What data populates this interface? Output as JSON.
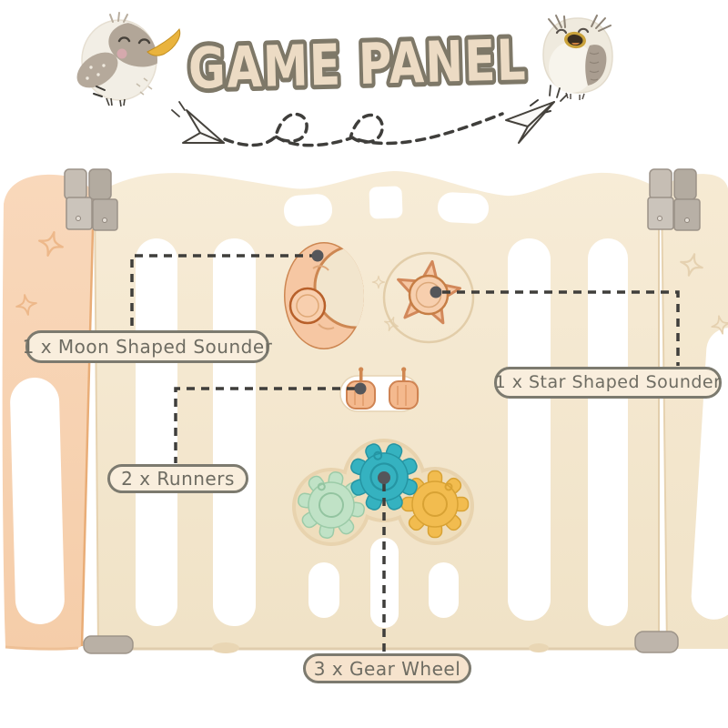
{
  "header": {
    "title": "GAME PANEL"
  },
  "callouts": [
    {
      "id": "moon",
      "label": "1 x Moon Shaped Sounder"
    },
    {
      "id": "star",
      "label": "1 x Star Shaped Sounder"
    },
    {
      "id": "runners",
      "label": "2 x Runners"
    },
    {
      "id": "gear",
      "label": "3 x Gear Wheel"
    }
  ],
  "icons": {
    "left_bird": "happy-bird-icon",
    "right_owl": "singing-owl-icon",
    "left_plane": "paper-plane-icon",
    "right_plane": "paper-plane-icon",
    "arrow": "dashed-swirl-arrow",
    "moon_toy": "moon-sounder",
    "star_toy": "star-sounder",
    "runner_toy": "runner-beads",
    "gear_toys": "gear-wheels",
    "hinges": "panel-hinges"
  },
  "colors": {
    "panel_pink": "#f8d5b6",
    "panel_cream": "#f3e6ce",
    "toy_peach": "#f6c7a3",
    "gear_teal": "#35b2c0",
    "gear_green": "#c0e2c6",
    "gear_yellow": "#f2bc4f",
    "hinge_gray": "#bcb4aa",
    "title_fill": "#ecdbc4",
    "title_outline": "#7e7868",
    "callout_border": "#7c7a6f",
    "callout_bg": "#f9eedd",
    "dash_line": "#3f3e3b"
  }
}
